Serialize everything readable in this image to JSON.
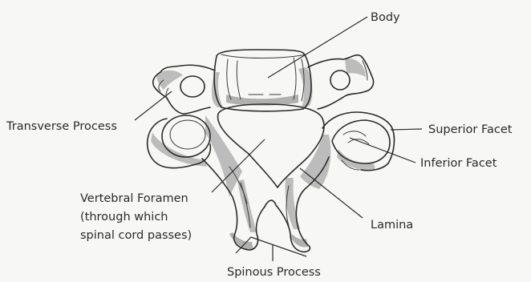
{
  "labels": {
    "body": "Body",
    "transverse_process": "Transverse Process",
    "superior_facet": "Superior Facet",
    "inferior_facet": "Inferior Facet",
    "vertebral_foramen_line1": "Vertebral Foramen",
    "vertebral_foramen_line2": "(through which",
    "vertebral_foramen_line3": "spinal cord passes)",
    "lamina": "Lamina",
    "spinous_process": "Spinous Process"
  }
}
